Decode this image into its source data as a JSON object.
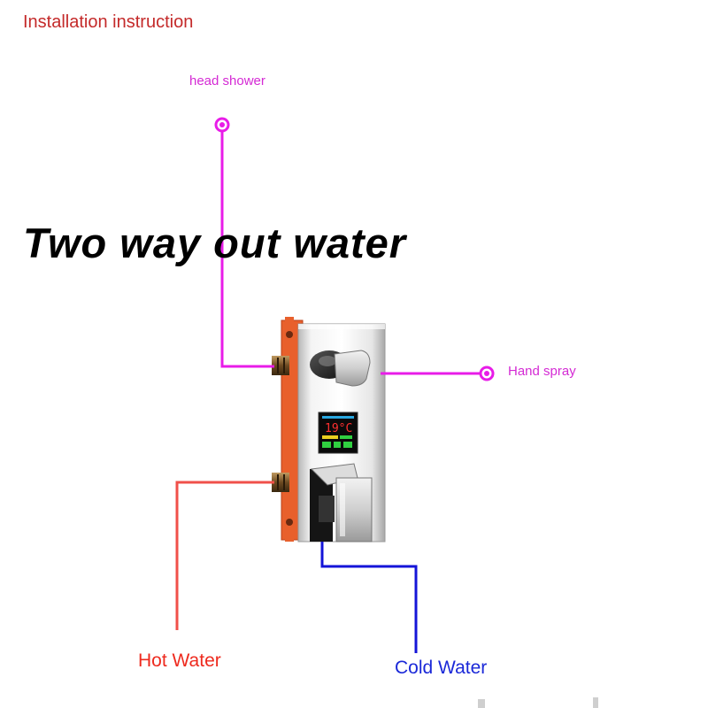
{
  "title": "Installation instruction",
  "headline": "Two way out water",
  "labels": {
    "head_shower": "head shower",
    "hand_spray": "Hand spray",
    "hot_water": "Hot Water",
    "cold_water": "Cold Water"
  },
  "display": {
    "temperature": "19°C"
  },
  "colors": {
    "title": "#c42a2a",
    "shower_pipe": "#e81ce8",
    "shower_label": "#d42ad4",
    "hot_pipe": "#f0504a",
    "hot_label": "#ee2a1e",
    "cold_pipe": "#1414d8",
    "cold_label": "#1a28d8",
    "valve_box": "#e8602c"
  }
}
